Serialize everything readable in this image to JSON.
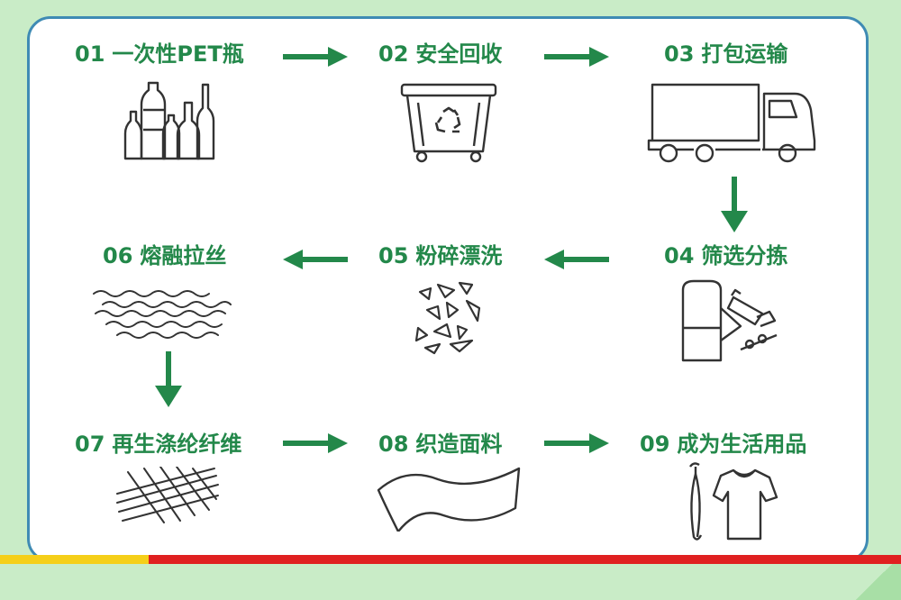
{
  "colors": {
    "background": "#c9ecc7",
    "panel_border": "#3f8bb4",
    "accent_green": "#23884a",
    "stripe_red": "#e02020",
    "stripe_yellow": "#f5cf19",
    "icon_stroke": "#333333"
  },
  "steps": [
    {
      "num": "01",
      "label": "一次性PET瓶",
      "icon": "pet-bottles-icon"
    },
    {
      "num": "02",
      "label": "安全回收",
      "icon": "recycle-bin-icon"
    },
    {
      "num": "03",
      "label": "打包运输",
      "icon": "truck-icon"
    },
    {
      "num": "04",
      "label": "筛选分拣",
      "icon": "sorting-machine-icon"
    },
    {
      "num": "05",
      "label": "粉碎漂洗",
      "icon": "crushed-flakes-icon"
    },
    {
      "num": "06",
      "label": "熔融拉丝",
      "icon": "fiber-waves-icon"
    },
    {
      "num": "07",
      "label": "再生涤纶纤维",
      "icon": "fiber-mesh-icon"
    },
    {
      "num": "08",
      "label": "织造面料",
      "icon": "fabric-sheet-icon"
    },
    {
      "num": "09",
      "label": "成为生活用品",
      "icon": "umbrella-shirt-icon"
    }
  ],
  "arrows": [
    "right",
    "right",
    "down",
    "left",
    "left",
    "down",
    "right",
    "right"
  ]
}
